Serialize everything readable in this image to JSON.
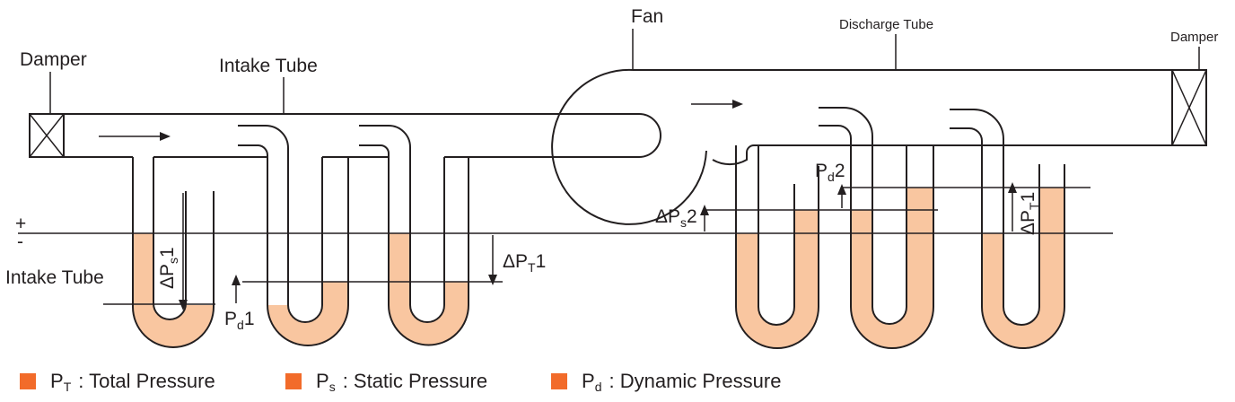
{
  "labels": {
    "fan": "Fan",
    "discharge_tube": "Discharge Tube",
    "damper_left": "Damper",
    "damper_right": "Damper",
    "intake_tube_top": "Intake Tube",
    "intake_tube_left": "Intake Tube",
    "plus": "+",
    "minus": "-"
  },
  "measurements": {
    "dps1": {
      "delta": "ΔP",
      "sub": "s",
      "num": "1"
    },
    "dpt1": {
      "delta": "ΔP",
      "sub": "T",
      "num": "1"
    },
    "pd1": {
      "sym": "P",
      "sub": "d",
      "num": "1"
    },
    "dps2": {
      "delta": "ΔP",
      "sub": "s",
      "num": "2"
    },
    "pd2": {
      "sym": "P",
      "sub": "d",
      "num": "2"
    },
    "dpt1_right": {
      "delta": "ΔP",
      "sub": "T",
      "num": "1"
    }
  },
  "legend": [
    {
      "sym": "P",
      "sub": "T",
      "text": ": Total Pressure",
      "color": "#f26b2a"
    },
    {
      "sym": "P",
      "sub": "s",
      "text": ": Static Pressure",
      "color": "#f26b2a"
    },
    {
      "sym": "P",
      "sub": "d",
      "text": ": Dynamic Pressure",
      "color": "#f26b2a"
    }
  ],
  "colors": {
    "fluid": "#f9c6a0",
    "swatch": "#f26b2a",
    "line": "#231f20"
  }
}
